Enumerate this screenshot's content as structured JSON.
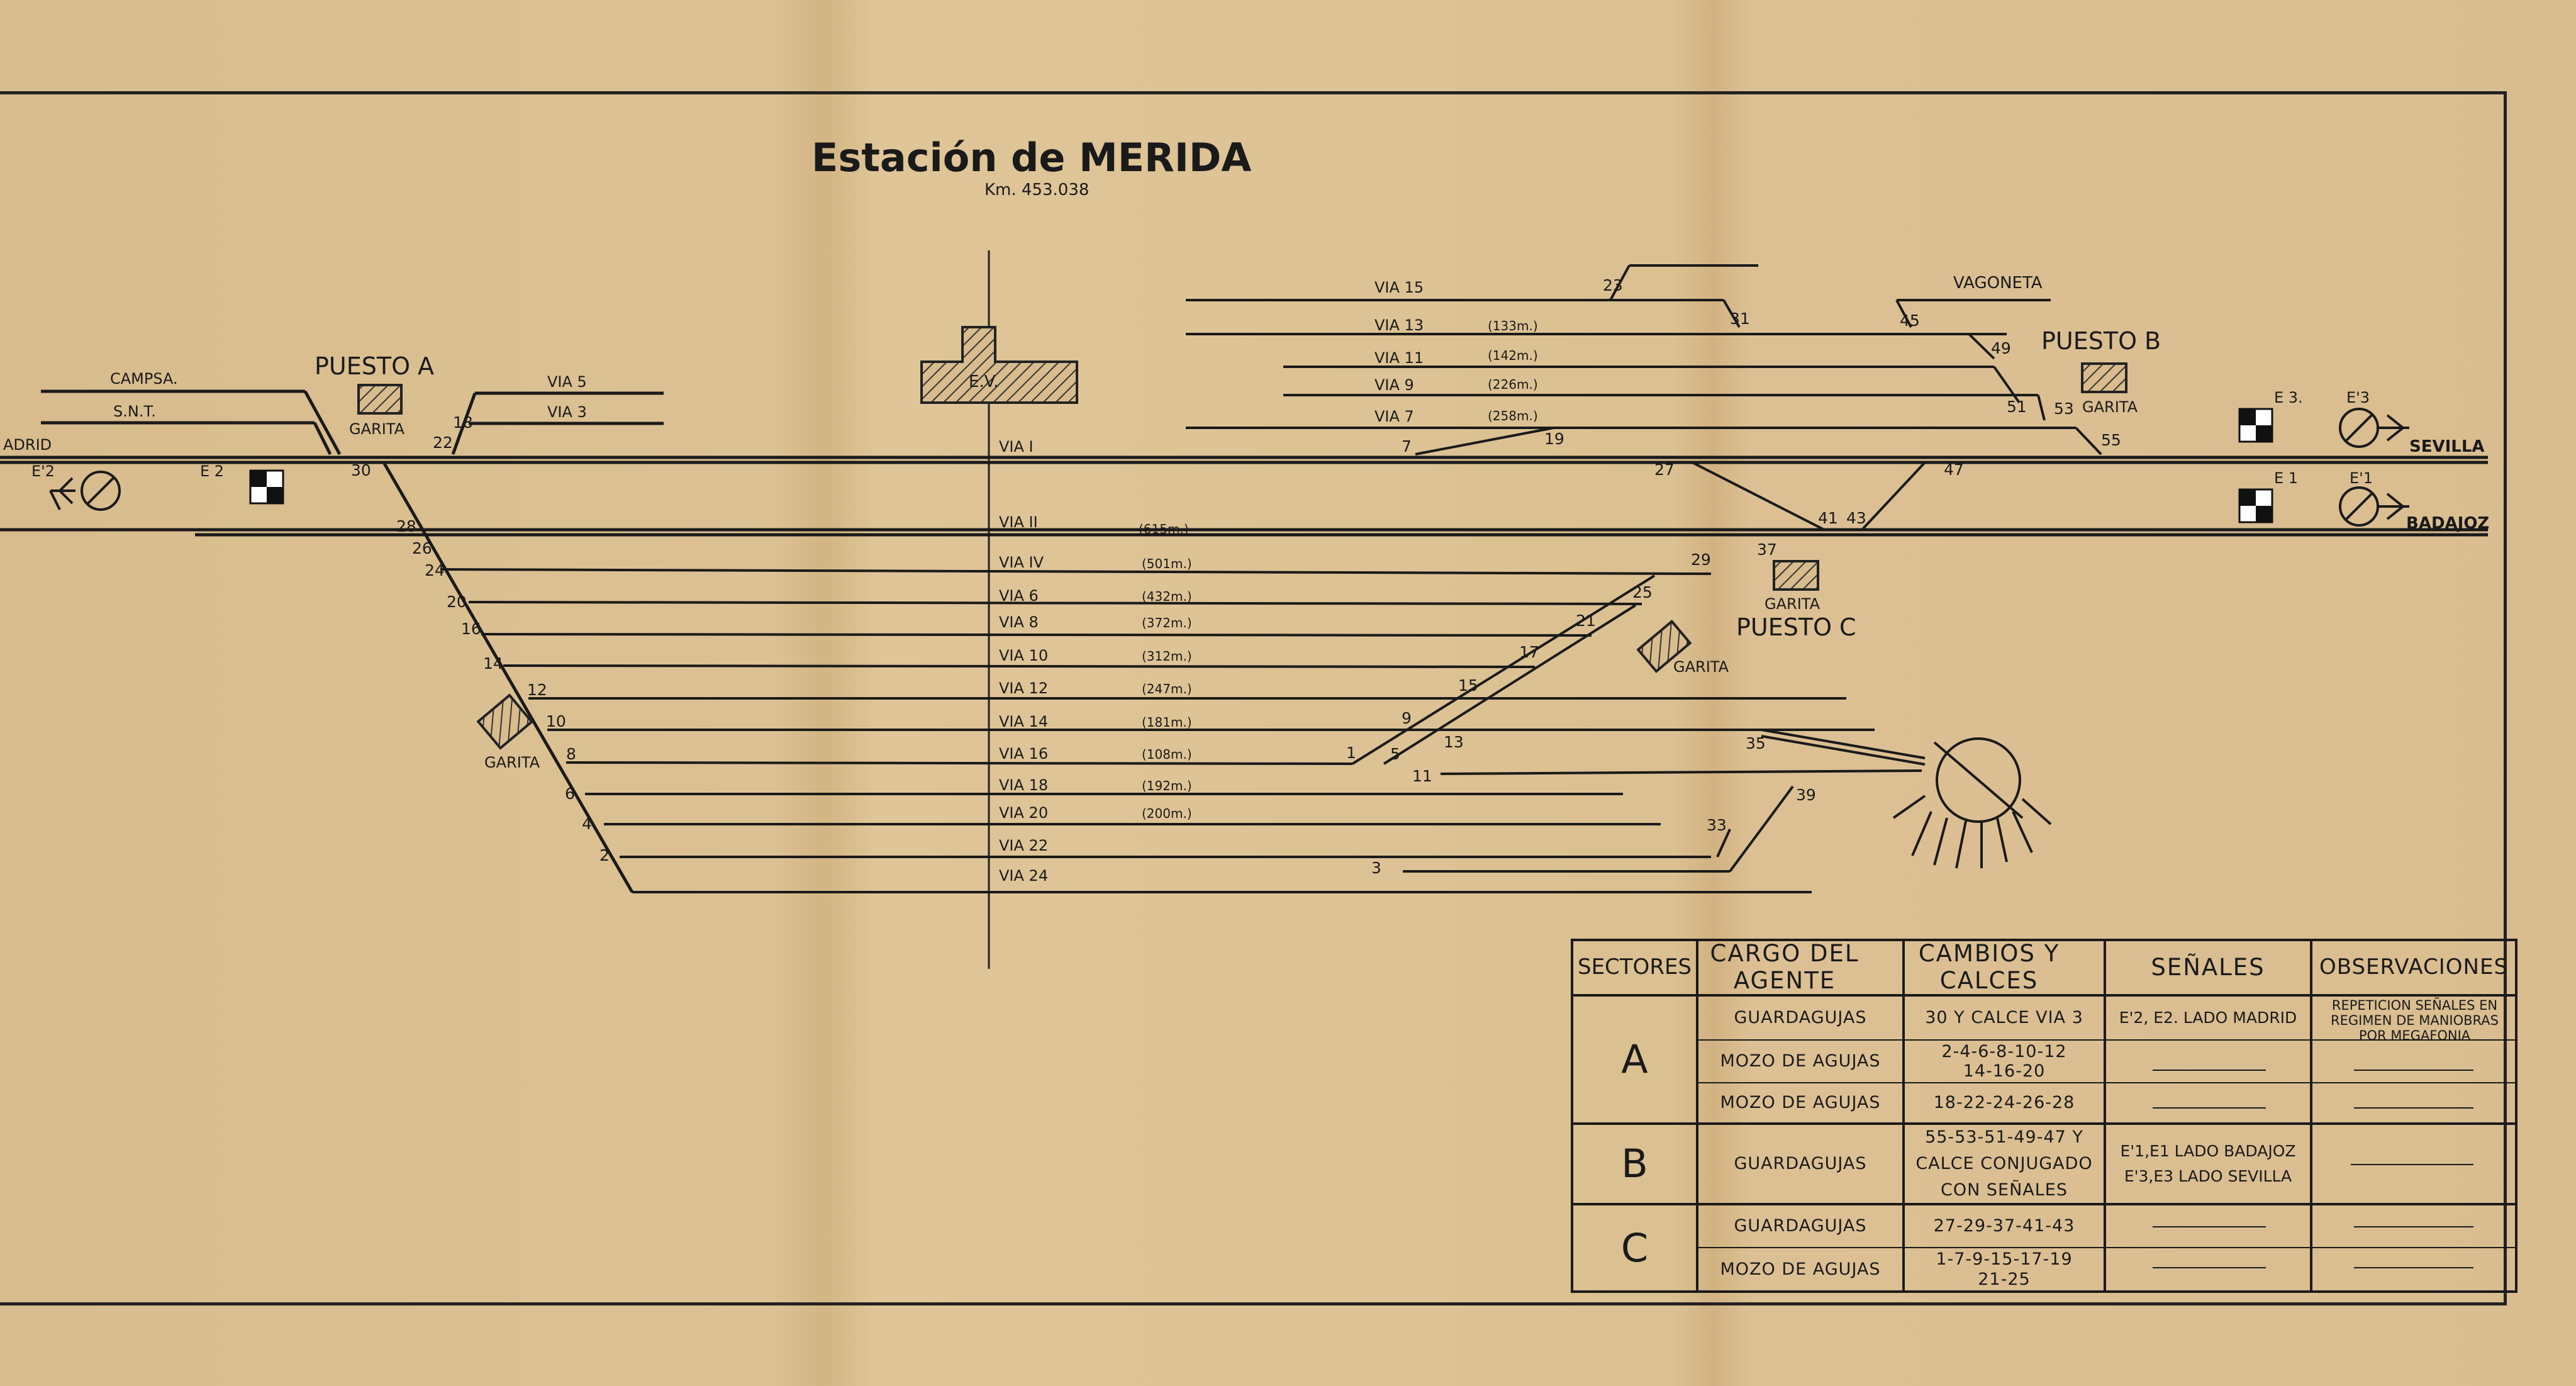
{
  "title": "Estación de MERIDA",
  "km": "Km. 453.038",
  "posts": {
    "a": "PUESTO A",
    "b": "PUESTO B",
    "c": "PUESTO C",
    "garita": "GARITA"
  },
  "ev": "E.V.",
  "left_labels": {
    "madrid": "ADRID",
    "campsa": "CAMPSA.",
    "snt": "S.N.T.",
    "via5": "VIA 5",
    "via3": "VIA 3"
  },
  "right_labels": {
    "sevilla": "SEVILLA",
    "badajoz": "BADAJOZ",
    "vagoneta": "VAGONETA"
  },
  "signals": {
    "e2p": "E'2",
    "e2": "E 2",
    "e3": "E 3.",
    "e3p": "E'3",
    "e1": "E 1",
    "e1p": "E'1"
  },
  "upper_tracks": [
    {
      "via": "VIA 15",
      "len": ""
    },
    {
      "via": "VIA 13",
      "len": "(133m.)"
    },
    {
      "via": "VIA 11",
      "len": "(142m.)"
    },
    {
      "via": "VIA 9",
      "len": "(226m.)"
    },
    {
      "via": "VIA 7",
      "len": "(258m.)"
    }
  ],
  "main_tracks": {
    "via1": "VIA I",
    "via2": "VIA II",
    "via2_len": "(615m.)"
  },
  "lower_tracks": [
    {
      "via": "VIA IV",
      "len": "(501m.)"
    },
    {
      "via": "VIA 6",
      "len": "(432m.)"
    },
    {
      "via": "VIA 8",
      "len": "(372m.)"
    },
    {
      "via": "VIA 10",
      "len": "(312m.)"
    },
    {
      "via": "VIA 12",
      "len": "(247m.)"
    },
    {
      "via": "VIA 14",
      "len": "(181m.)"
    },
    {
      "via": "VIA 16",
      "len": "(108m.)"
    },
    {
      "via": "VIA 18",
      "len": "(192m.)"
    },
    {
      "via": "VIA 20",
      "len": "(200m.)"
    },
    {
      "via": "VIA 22",
      "len": ""
    },
    {
      "via": "VIA 24",
      "len": ""
    }
  ],
  "switch_numbers": {
    "n30": "30",
    "n28": "28",
    "n26": "26",
    "n24": "24",
    "n20": "20",
    "n16": "16",
    "n14": "14",
    "n12": "12",
    "n10": "10",
    "n8": "8",
    "n6": "6",
    "n4": "4",
    "n2": "2",
    "n18": "18",
    "n22": "22",
    "n23": "23",
    "n31": "31",
    "n45": "45",
    "n49": "49",
    "n51": "51",
    "n53": "53",
    "n55": "55",
    "n7": "7",
    "n19": "19",
    "n27": "27",
    "n47": "47",
    "n41": "41",
    "n43": "43",
    "n37": "37",
    "n29": "29",
    "n25": "25",
    "n21": "21",
    "n17": "17",
    "n15": "15",
    "n9": "9",
    "n13": "13",
    "n1": "1",
    "n5": "5",
    "n11": "11",
    "n35": "35",
    "n33": "33",
    "n39": "39",
    "n3": "3"
  },
  "table": {
    "headers": [
      "SECTORES",
      "CARGO DEL AGENTE",
      "CAMBIOS Y CALCES",
      "SEÑALES",
      "OBSERVACIONES"
    ],
    "sectors": [
      "A",
      "B",
      "C"
    ],
    "rows": [
      {
        "cargo": "GUARDAGUJAS",
        "cambios": "30 Y CALCE VIA 3",
        "senales": "E'2, E2. LADO MADRID",
        "obs": "REPETICION SEÑALES EN REGIMEN DE MANIOBRAS POR MEGAFONIA"
      },
      {
        "cargo": "MOZO DE AGUJAS",
        "cambios": "2-4-6-8-10-12\n14-16-20",
        "senales": "",
        "obs": ""
      },
      {
        "cargo": "MOZO DE AGUJAS",
        "cambios": "18-22-24-26-28",
        "senales": "",
        "obs": ""
      },
      {
        "cargo": "GUARDAGUJAS",
        "cambios": "55-53-51-49-47 Y\nCALCE CONJUGADO\nCON SEÑALES",
        "senales": "E'1,E1 LADO BADAJOZ\nE'3,E3 LADO SEVILLA",
        "obs": ""
      },
      {
        "cargo": "GUARDAGUJAS",
        "cambios": "27-29-37-41-43",
        "senales": "",
        "obs": ""
      },
      {
        "cargo": "MOZO DE AGUJAS",
        "cambios": "1-7-9-15-17-19\n21-25",
        "senales": "",
        "obs": ""
      }
    ]
  }
}
